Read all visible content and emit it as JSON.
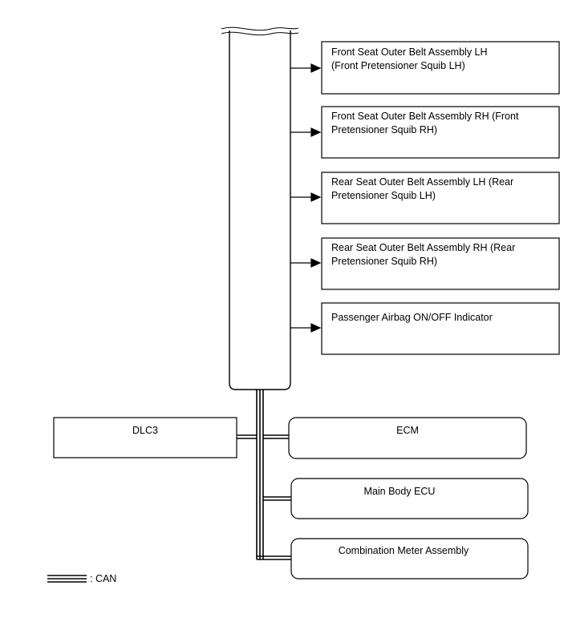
{
  "outputs": [
    {
      "line1": "Front Seat Outer Belt Assembly LH",
      "line2": "(Front Pretensioner Squib LH)"
    },
    {
      "line1": "Front Seat Outer Belt Assembly RH (Front",
      "line2": "Pretensioner Squib RH)"
    },
    {
      "line1": "Rear Seat Outer Belt Assembly LH (Rear",
      "line2": "Pretensioner Squib LH)"
    },
    {
      "line1": "Rear Seat Outer Belt Assembly RH (Rear",
      "line2": "Pretensioner Squib RH)"
    },
    {
      "line1": "Passenger Airbag ON/OFF Indicator",
      "line2": ""
    }
  ],
  "nodes": {
    "dlc3": "DLC3",
    "ecm": "ECM",
    "main_body_ecu": "Main Body ECU",
    "combination_meter": "Combination Meter Assembly"
  },
  "legend": {
    "can_label": ": CAN"
  }
}
